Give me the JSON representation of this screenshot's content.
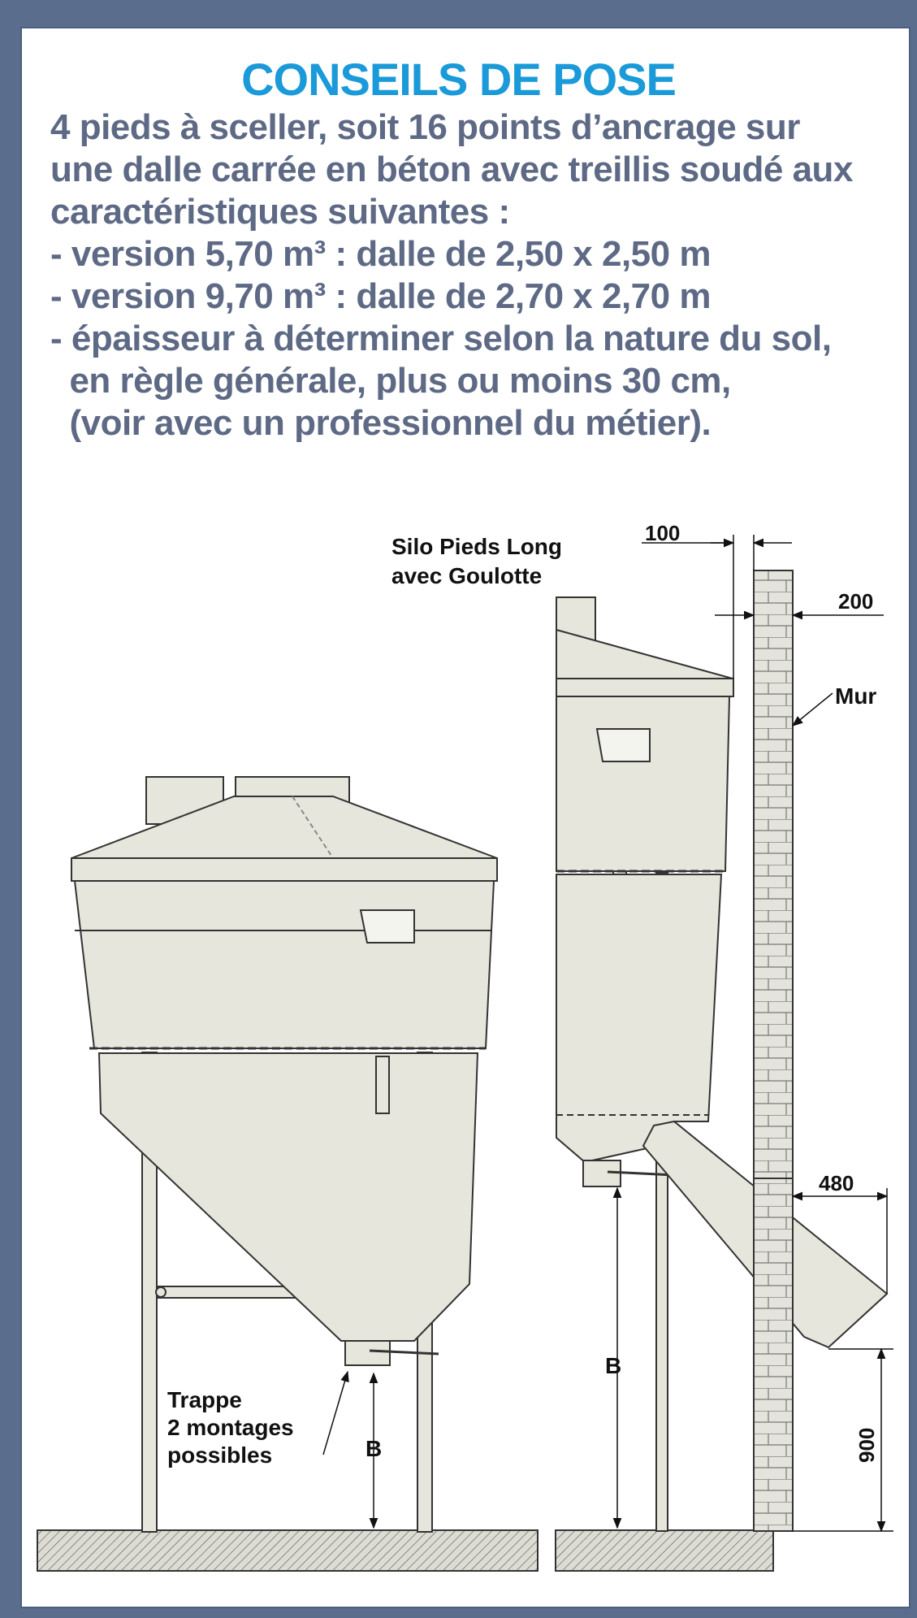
{
  "title": "CONSEILS DE POSE",
  "lines": [
    "4 pieds à sceller, soit 16 points d’ancrage sur",
    "une dalle carrée en béton avec treillis soudé aux",
    "caractéristiques suivantes :",
    "- version 5,70 m³ : dalle de 2,50 x 2,50 m",
    "- version 9,70 m³ : dalle de 2,70 x 2,70 m",
    "- épaisseur à déterminer selon la nature du sol,",
    "  en règle générale, plus ou moins 30 cm,",
    "  (voir avec un professionnel du métier)."
  ],
  "diagram": {
    "silo_label": [
      "Silo Pieds Long",
      "avec Goulotte"
    ],
    "trappe_label": [
      "Trappe",
      "2 montages",
      "possibles"
    ],
    "mur_label": "Mur",
    "dim_100": "100",
    "dim_200": "200",
    "dim_480": "480",
    "dim_900": "900",
    "dim_b_left": "B",
    "dim_b_right": "B"
  },
  "colors": {
    "title": "#1a9ad8",
    "text": "#5e6a85",
    "silo_fill": "#e6e6dc",
    "frame": "#4c5f80"
  }
}
